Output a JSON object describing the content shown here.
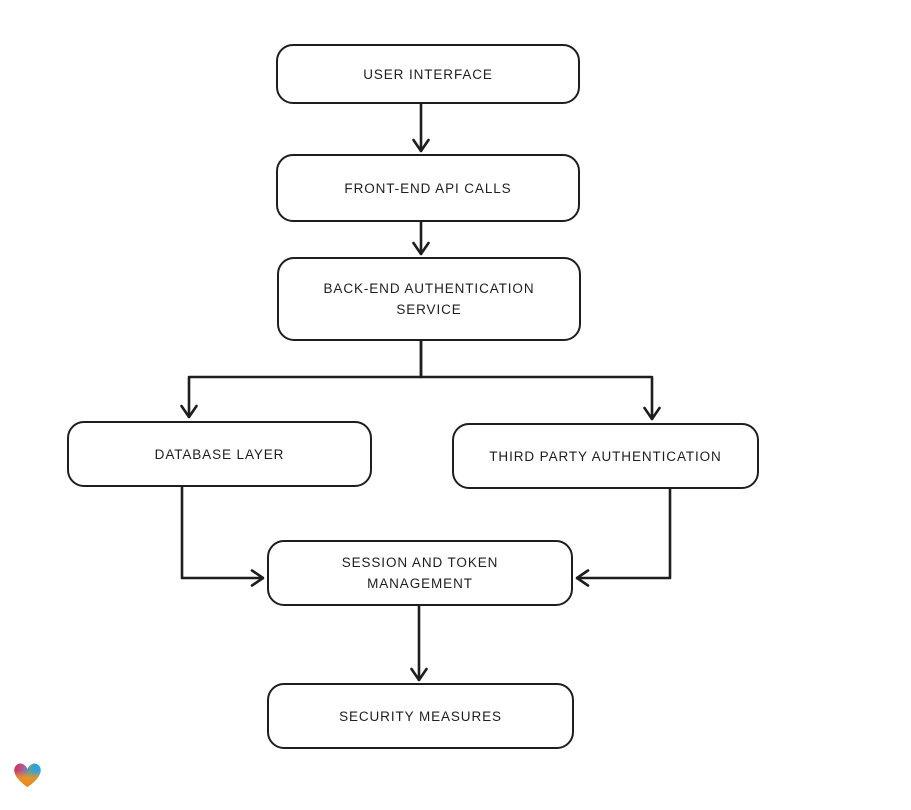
{
  "diagram": {
    "nodes": {
      "user_interface": {
        "label": "USER INTERFACE"
      },
      "frontend_api": {
        "label": "FRONT-END API CALLS"
      },
      "backend_auth": {
        "label": "BACK-END AUTHENTICATION SERVICE"
      },
      "database_layer": {
        "label": "DATABASE LAYER"
      },
      "third_party_auth": {
        "label": "THIRD PARTY AUTHENTICATION"
      },
      "session_token": {
        "label": "SESSION AND TOKEN MANAGEMENT"
      },
      "security_measures": {
        "label": "SECURITY MEASURES"
      }
    },
    "edges": [
      {
        "from": "user_interface",
        "to": "frontend_api"
      },
      {
        "from": "frontend_api",
        "to": "backend_auth"
      },
      {
        "from": "backend_auth",
        "to": "database_layer"
      },
      {
        "from": "backend_auth",
        "to": "third_party_auth"
      },
      {
        "from": "database_layer",
        "to": "session_token"
      },
      {
        "from": "third_party_auth",
        "to": "session_token"
      },
      {
        "from": "session_token",
        "to": "security_measures"
      }
    ],
    "colors": {
      "stroke": "#1e1e1e",
      "background": "#ffffff",
      "node_fill": "#ffffff"
    }
  },
  "logo": {
    "icon": "heart-gradient-logo",
    "colors": {
      "red": "#e3263e",
      "purple": "#a065a8",
      "teal": "#4da59b",
      "blue": "#2d9fe6",
      "orange": "#f7941d"
    }
  }
}
